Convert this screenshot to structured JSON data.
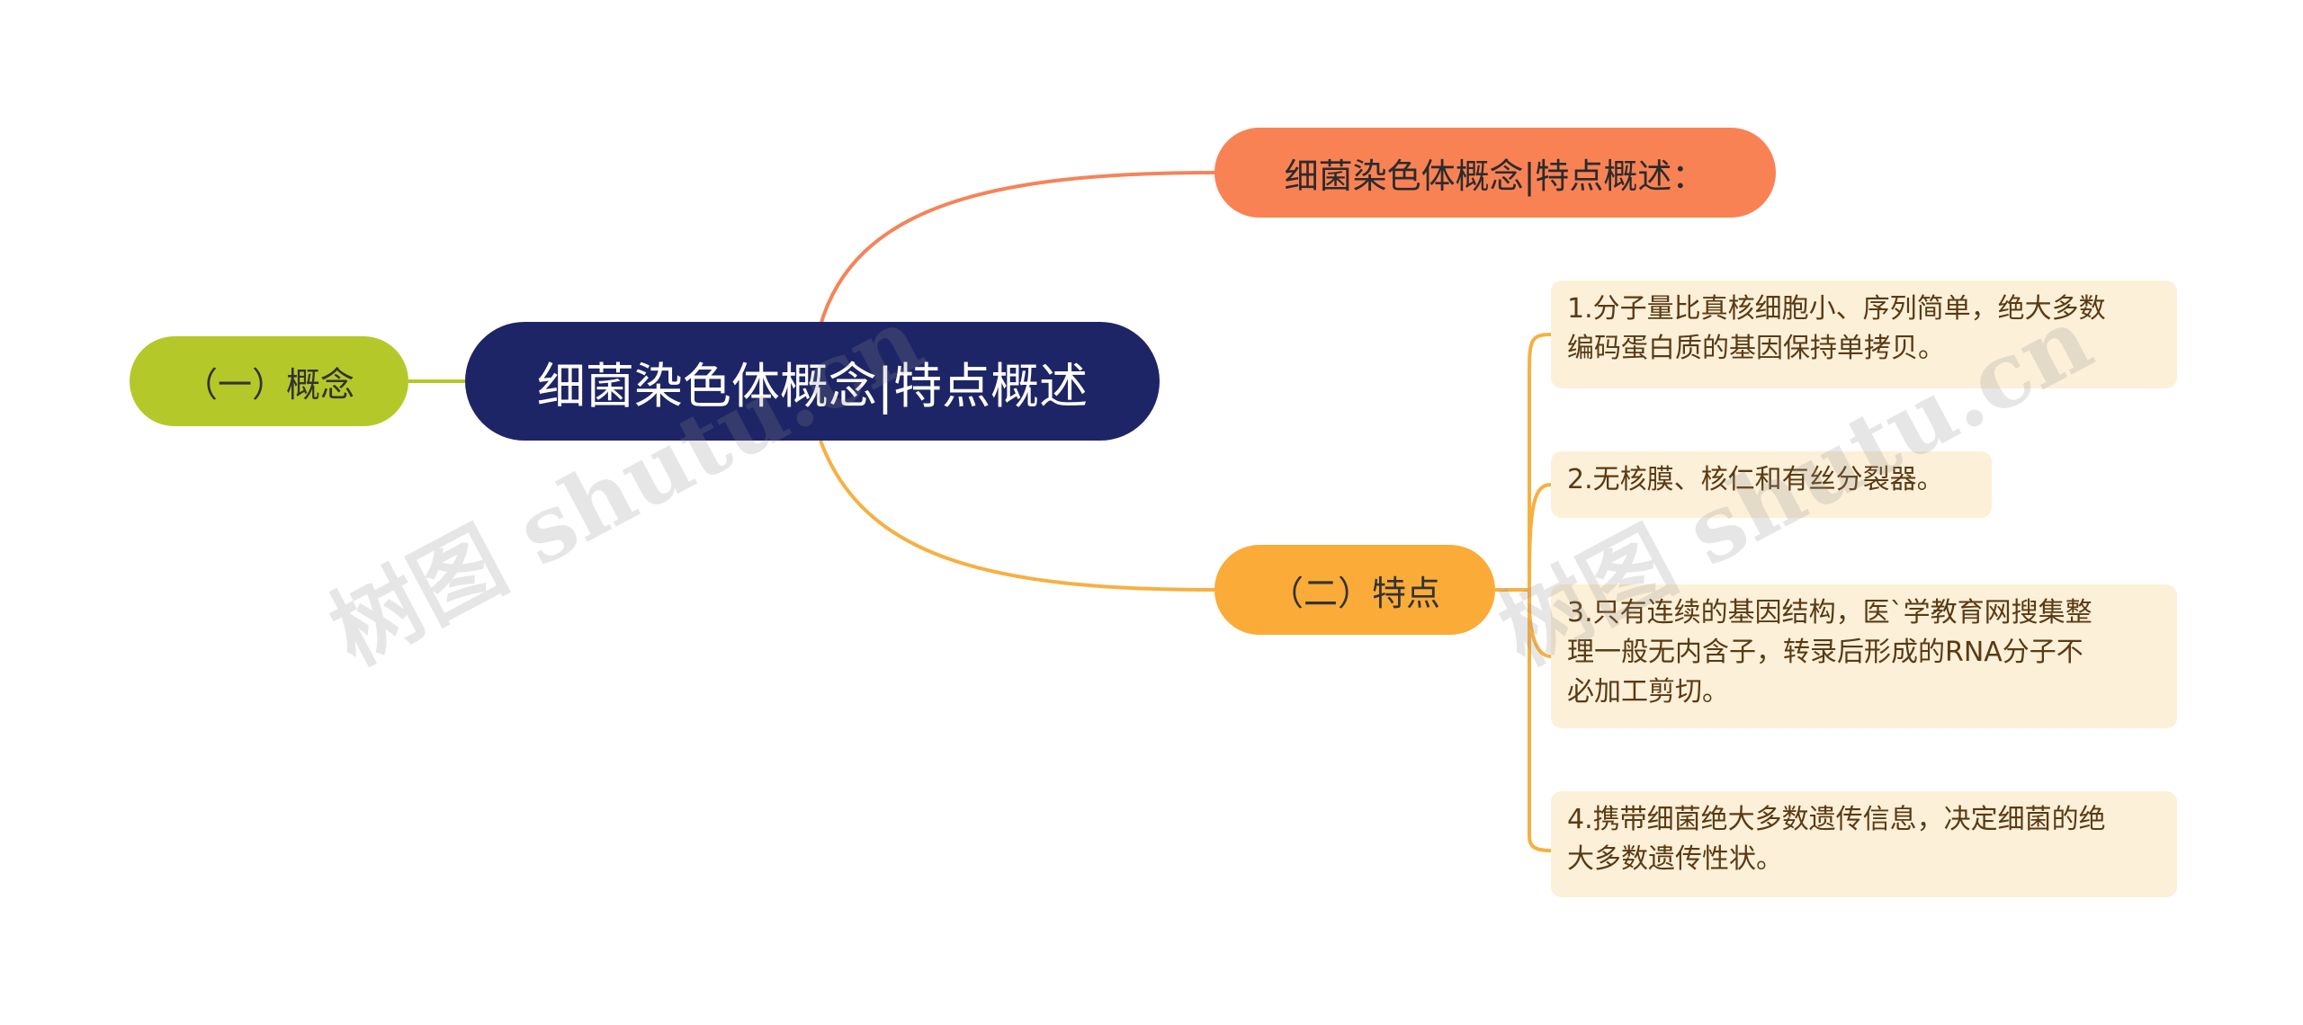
{
  "root": {
    "label": "细菌染色体概念|特点概述"
  },
  "branches": {
    "concept": {
      "label": "（一）概念",
      "color": "#b5c82a"
    },
    "summary": {
      "label": "细菌染色体概念|特点概述：",
      "color": "#f98255"
    },
    "features": {
      "label": "（二）特点",
      "color": "#fbab38",
      "items": [
        {
          "lines": [
            "1.分子量比真核细胞小、序列简单，绝大多数",
            "编码蛋白质的基因保持单拷贝。"
          ]
        },
        {
          "lines": [
            "2.无核膜、核仁和有丝分裂器。"
          ]
        },
        {
          "lines": [
            "3.只有连续的基因结构，医`学教育网搜集整",
            "理一般无内含子，转录后形成的RNA分子不",
            "必加工剪切。"
          ]
        },
        {
          "lines": [
            "4.携带细菌绝大多数遗传信息，决定细菌的绝",
            "大多数遗传性状。"
          ]
        }
      ]
    }
  },
  "root_color": "#1e2566",
  "watermark": "树图 shutu.cn"
}
